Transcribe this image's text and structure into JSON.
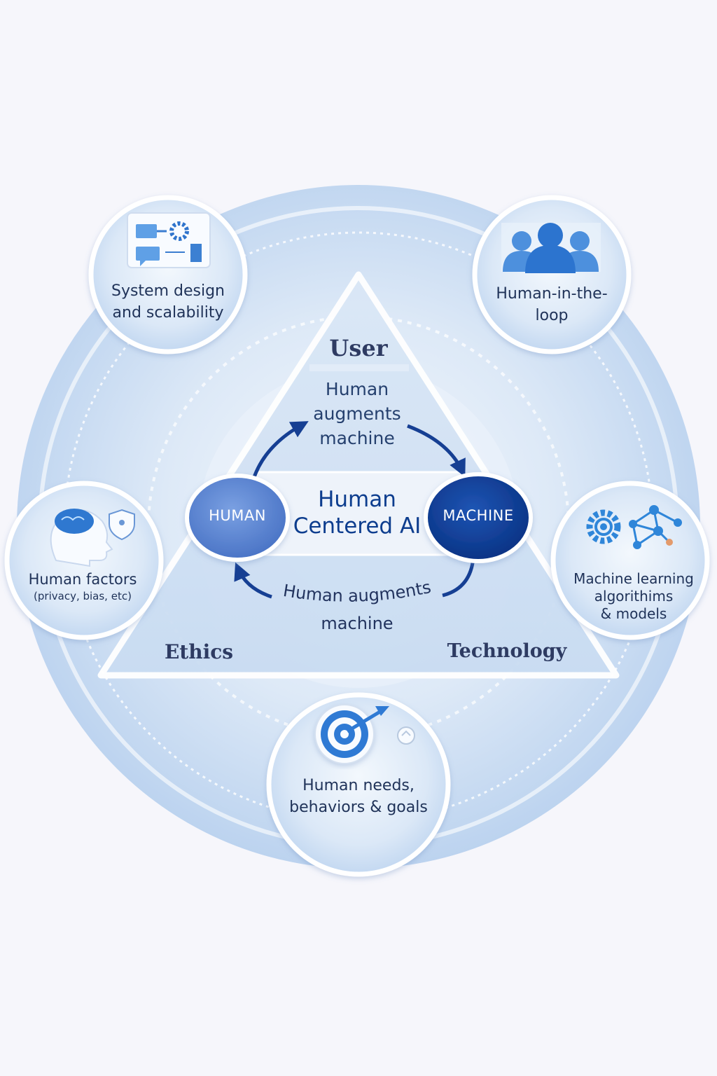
{
  "diagram": {
    "top_label": "User",
    "arrow_top_label": [
      "Human",
      "augments",
      "machine"
    ],
    "center_label": [
      "Human",
      "Centered AI"
    ],
    "left_node": "HUMAN",
    "right_node": "MACHINE",
    "arrow_bottom_label": [
      "Human augments",
      "machine"
    ],
    "corner_left": "Ethics",
    "corner_right": "Technology"
  },
  "satellites": {
    "system_design": {
      "lines": [
        "System design",
        "and scalability"
      ],
      "icon": "flowchart-gear-icon"
    },
    "human_in_loop": {
      "lines": [
        "Human-in-the-",
        "loop"
      ],
      "icon": "people-group-icon"
    },
    "human_factors": {
      "lines": [
        "Human factors",
        "(privacy, bias, etc)"
      ],
      "icon": "brain-head-shield-icon"
    },
    "machine_learning": {
      "lines": [
        "Machine learning",
        "algorithims",
        "& models"
      ],
      "icon": "gear-network-icon"
    },
    "human_needs": {
      "lines": [
        "Human needs,",
        "behaviors & goals"
      ],
      "icon": "target-arrow-icon"
    }
  },
  "colors": {
    "human_node": "#5b86d4",
    "machine_node": "#0c3e96",
    "arrow": "#163f93",
    "background": "#f6f6fb"
  }
}
